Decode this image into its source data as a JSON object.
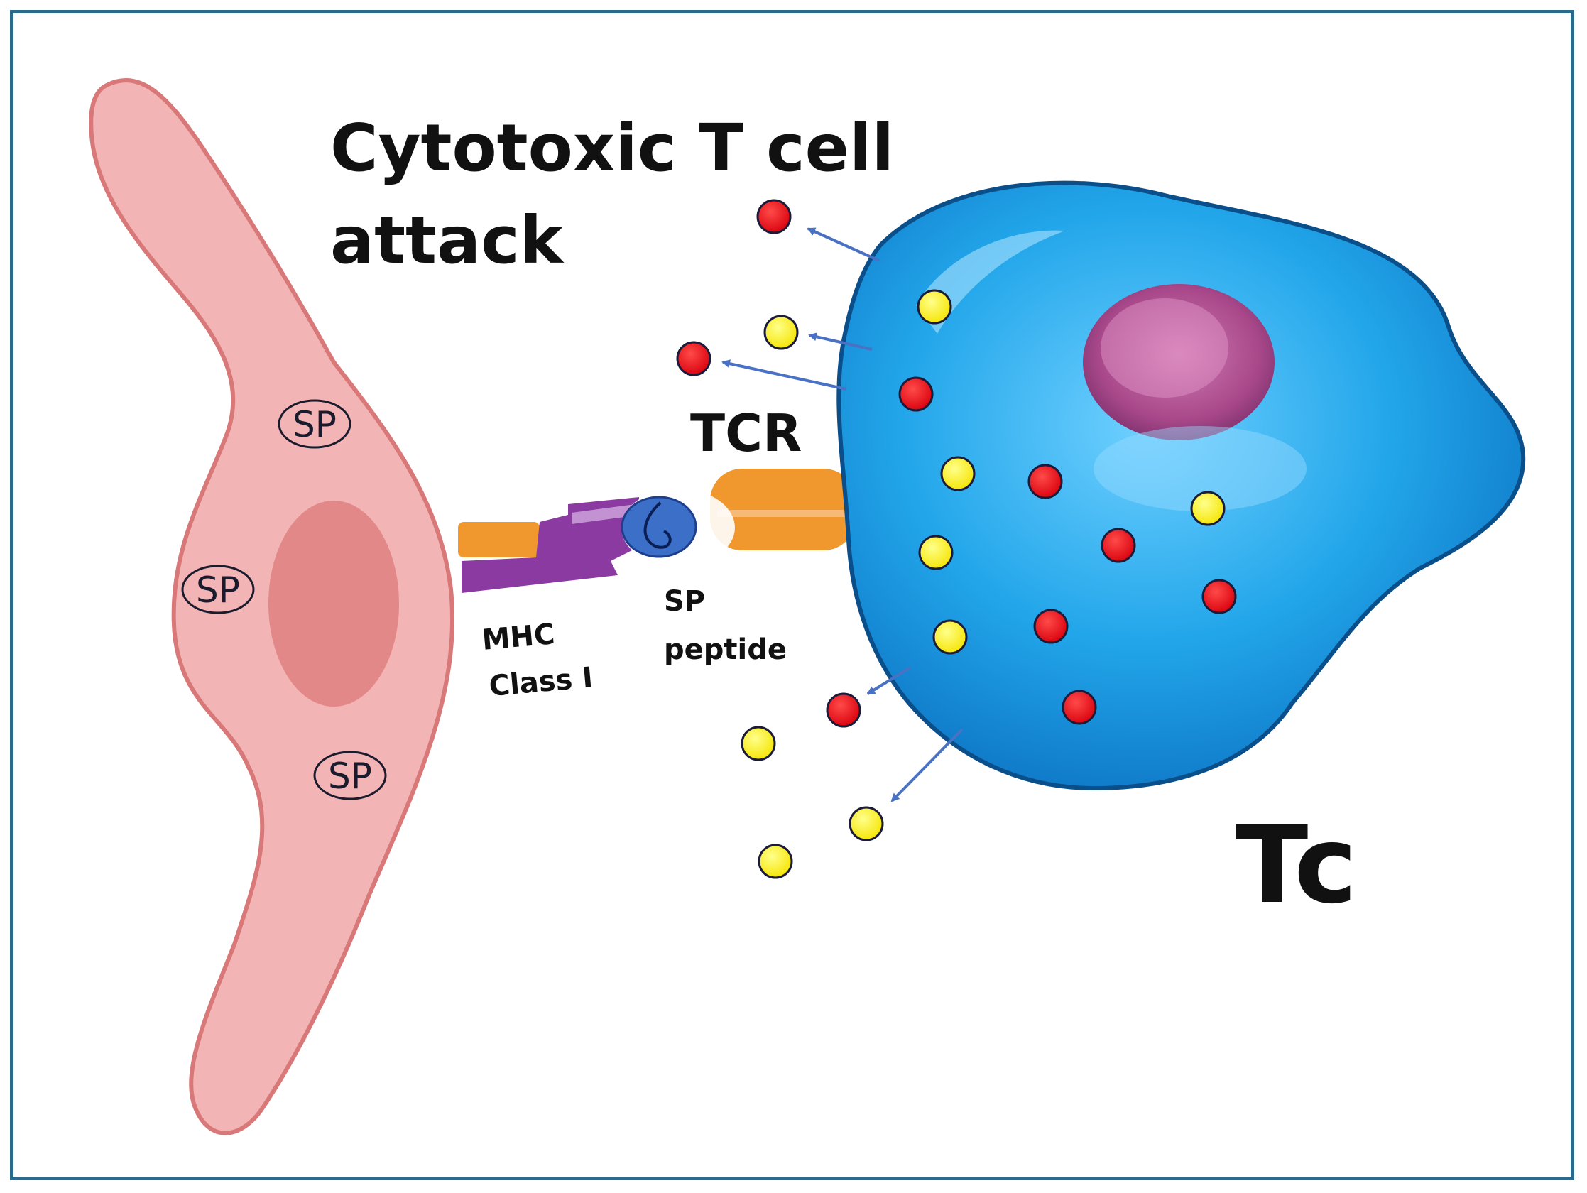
{
  "title": {
    "line1": "Cytotoxic T cell",
    "line2": "attack"
  },
  "labels": {
    "tcr": "TCR",
    "mhc_line1": "MHC",
    "mhc_line2": "Class I",
    "sp_peptide_line1": "SP",
    "sp_peptide_line2": "peptide",
    "tc": "Tc"
  },
  "target_cell": {
    "markers": [
      "SP",
      "SP",
      "SP"
    ]
  },
  "colors": {
    "frame": "#2a6b8c",
    "target_cell_fill": "#f2b4b4",
    "target_cell_stroke": "#d87878",
    "target_nucleus": "#e08080",
    "tc_cell_fill": "#1ea3e6",
    "tc_cell_stroke": "#0b4f8a",
    "tc_nucleus": "#b5508f",
    "mhc": "#8a3aa0",
    "receptor_orange": "#f0972e",
    "peptide": "#3b6fc8",
    "granule_red": "#e8101a",
    "granule_yellow": "#fff200",
    "arrow": "#4a72c4"
  },
  "icons": {
    "granule_red": "red-granule-icon",
    "granule_yellow": "yellow-granule-icon",
    "arrow": "release-arrow-icon"
  }
}
